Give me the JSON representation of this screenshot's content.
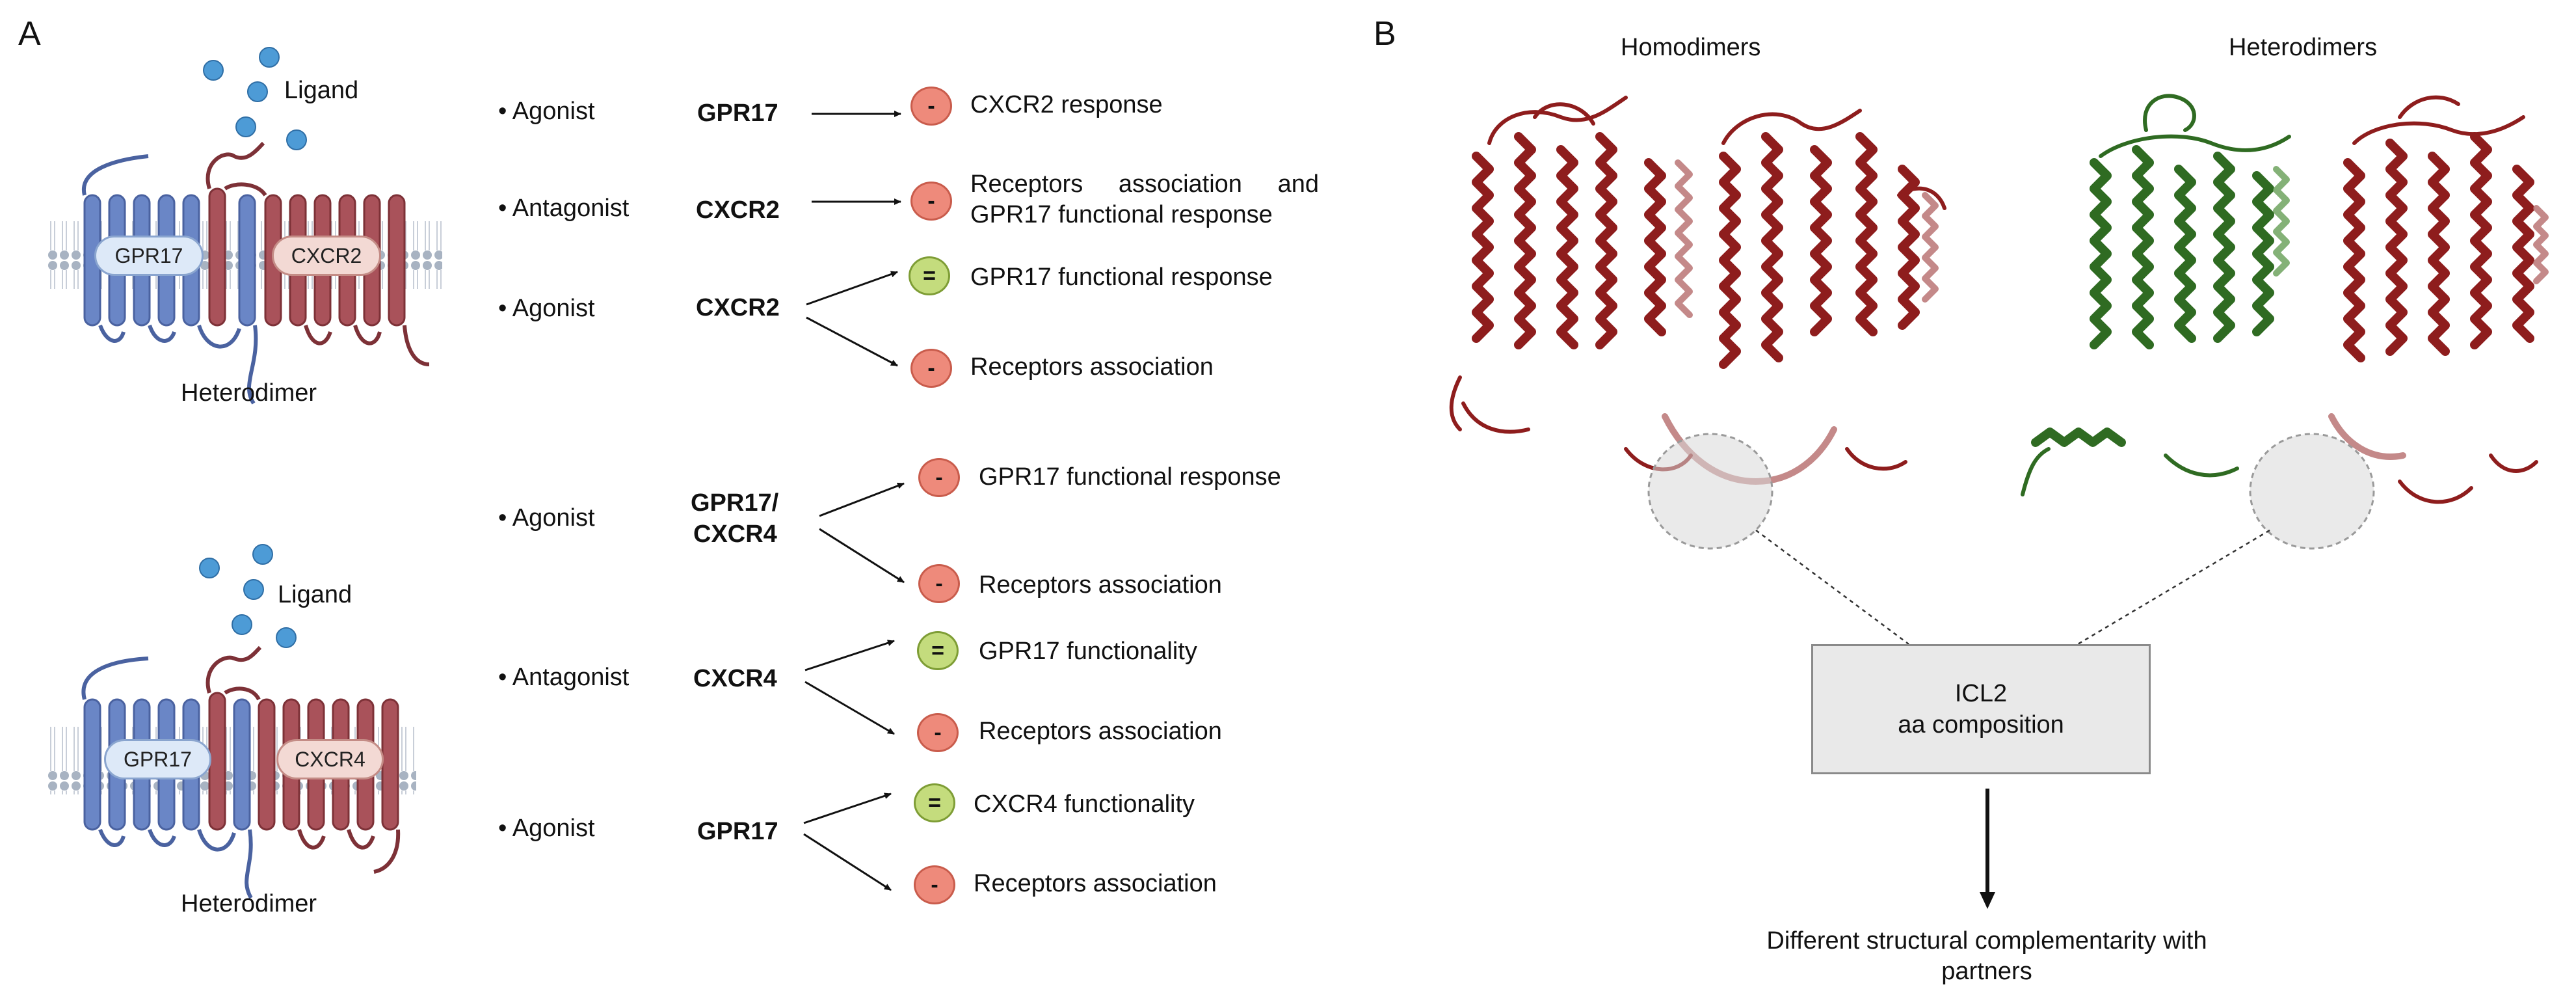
{
  "panelA": {
    "letter": "A",
    "top_diagram": {
      "ligand_label": "Ligand",
      "receptor_left": "GPR17",
      "receptor_right": "CXCR2",
      "caption": "Heterodimer"
    },
    "bottom_diagram": {
      "ligand_label": "Ligand",
      "receptor_left": "GPR17",
      "receptor_right": "CXCR4",
      "caption": "Heterodimer"
    },
    "rows": [
      {
        "role": "• Agonist",
        "receptor": "GPR17",
        "outcomes": [
          {
            "sign": "-",
            "kind": "minus",
            "text": "CXCR2 response"
          }
        ]
      },
      {
        "role": "• Antagonist",
        "receptor": "CXCR2",
        "outcomes": [
          {
            "sign": "-",
            "kind": "minus",
            "text_line1": "Receptors association and",
            "text_line2": "GPR17 functional response"
          }
        ]
      },
      {
        "role": "• Agonist",
        "receptor": "CXCR2",
        "outcomes": [
          {
            "sign": "=",
            "kind": "equal",
            "text": "GPR17 functional response"
          },
          {
            "sign": "-",
            "kind": "minus",
            "text": "Receptors association"
          }
        ]
      },
      {
        "role": "• Agonist",
        "receptor_line1": "GPR17/",
        "receptor_line2": "CXCR4",
        "outcomes": [
          {
            "sign": "-",
            "kind": "minus",
            "text": "GPR17 functional response"
          },
          {
            "sign": "-",
            "kind": "minus",
            "text": "Receptors association"
          }
        ]
      },
      {
        "role": "• Antagonist",
        "receptor": "CXCR4",
        "outcomes": [
          {
            "sign": "=",
            "kind": "equal",
            "text": "GPR17 functionality"
          },
          {
            "sign": "-",
            "kind": "minus",
            "text": "Receptors association"
          }
        ]
      },
      {
        "role": "• Agonist",
        "receptor": "GPR17",
        "outcomes": [
          {
            "sign": "=",
            "kind": "equal",
            "text": "CXCR4 functionality"
          },
          {
            "sign": "-",
            "kind": "minus",
            "text": "Receptors association"
          }
        ]
      }
    ]
  },
  "panelB": {
    "letter": "B",
    "homodimers_label": "Homodimers",
    "heterodimers_label": "Heterodimers",
    "box_line1": "ICL2",
    "box_line2": "aa composition",
    "conclusion_line1": "Different structural complementarity with",
    "conclusion_line2": "partners"
  },
  "colors": {
    "gpr17_blue": "#6a86c6",
    "cxcr_red": "#a9525a",
    "ligand": "#4d9bd6",
    "minus_badge": "#ee8a7b",
    "equal_badge": "#c4dc7d",
    "protein_red": "#8e1d1d",
    "protein_green": "#2f6b22"
  }
}
